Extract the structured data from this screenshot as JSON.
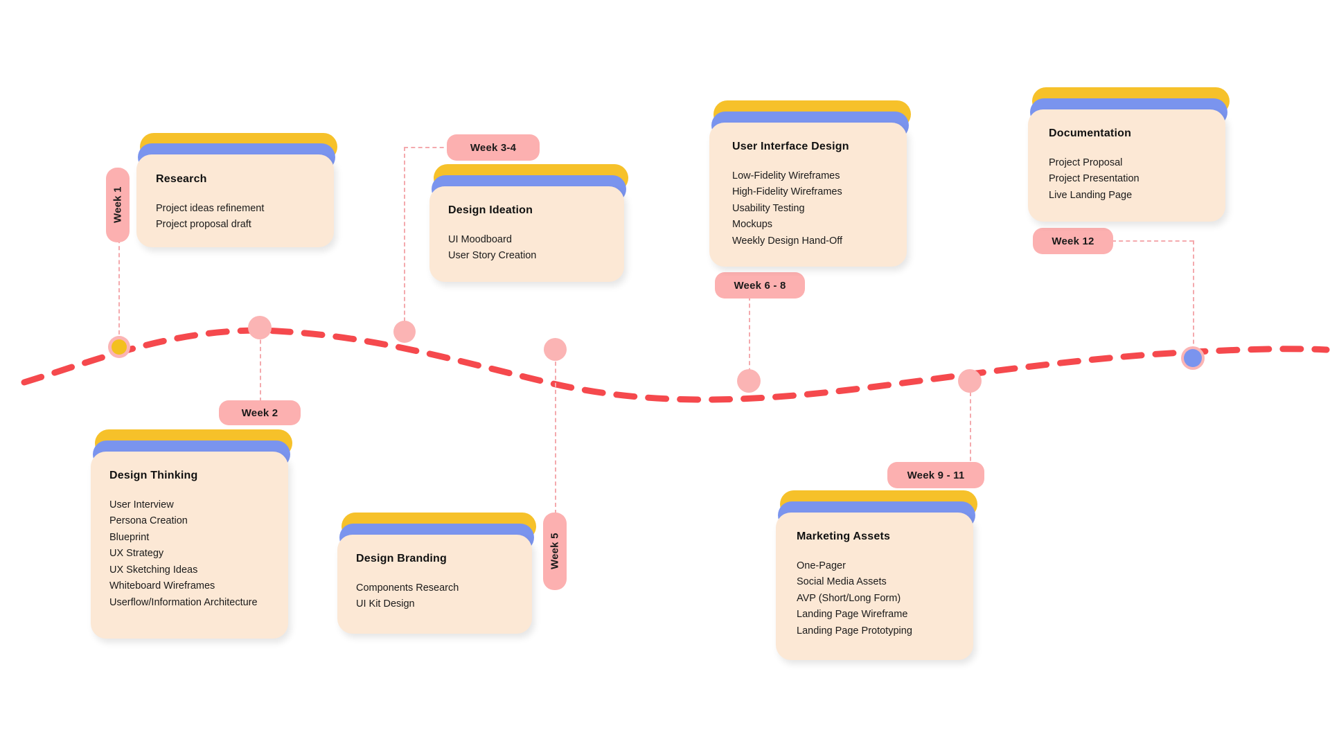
{
  "theme": {
    "background": "#ffffff",
    "timeline_color": "#f5494d",
    "pill_color": "#fcb0b0",
    "node_color": "#fbb4b4",
    "node_start_fill": "#f3c01f",
    "node_end_fill": "#7a94ee",
    "card_top_yellow": "#f6c12a",
    "card_top_blue": "#7a94ee",
    "card_body": "#fce8d5",
    "connector_color": "#f4a9ad",
    "text_color": "#1a1a1a"
  },
  "timeline": {
    "name": "project-roadmap-timeline",
    "milestones": [
      {
        "id": "m1",
        "week_label": "Week 1",
        "label_orientation": "vertical",
        "card": "research"
      },
      {
        "id": "m2",
        "week_label": "Week 2",
        "label_orientation": "horizontal",
        "card": "design-thinking"
      },
      {
        "id": "m3",
        "week_label": "Week 3-4",
        "label_orientation": "horizontal",
        "card": "design-ideation"
      },
      {
        "id": "m4",
        "week_label": "Week 5",
        "label_orientation": "vertical",
        "card": "design-branding"
      },
      {
        "id": "m5",
        "week_label": "Week 6 - 8",
        "label_orientation": "horizontal",
        "card": "user-interface-design"
      },
      {
        "id": "m6",
        "week_label": "Week 9 - 11",
        "label_orientation": "horizontal",
        "card": "marketing-assets"
      },
      {
        "id": "m7",
        "week_label": "Week 12",
        "label_orientation": "horizontal",
        "card": "documentation"
      }
    ]
  },
  "cards": {
    "research": {
      "title": "Research",
      "items": [
        "Project ideas refinement",
        "Project proposal draft"
      ]
    },
    "design_thinking": {
      "title": "Design Thinking",
      "items": [
        "User Interview",
        "Persona Creation",
        "Blueprint",
        "UX Strategy",
        "UX Sketching Ideas",
        "Whiteboard Wireframes",
        "Userflow/Information Architecture"
      ]
    },
    "design_ideation": {
      "title": "Design Ideation",
      "items": [
        "UI Moodboard",
        "User Story Creation"
      ]
    },
    "design_branding": {
      "title": "Design Branding",
      "items": [
        "Components Research",
        "UI Kit Design"
      ]
    },
    "user_interface_design": {
      "title": "User Interface Design",
      "items": [
        "Low-Fidelity Wireframes",
        "High-Fidelity Wireframes",
        "Usability Testing",
        "Mockups",
        "Weekly Design Hand-Off"
      ]
    },
    "marketing_assets": {
      "title": "Marketing Assets",
      "items": [
        "One-Pager",
        "Social Media Assets",
        "AVP (Short/Long Form)",
        "Landing Page Wireframe",
        "Landing Page Prototyping"
      ]
    },
    "documentation": {
      "title": "Documentation",
      "items": [
        "Project Proposal",
        "Project Presentation",
        "Live Landing Page"
      ]
    }
  },
  "week_labels": {
    "week1": "Week 1",
    "week2": "Week 2",
    "week34": "Week 3-4",
    "week5": "Week 5",
    "week68": "Week 6 - 8",
    "week911": "Week 9 - 11",
    "week12": "Week 12"
  }
}
